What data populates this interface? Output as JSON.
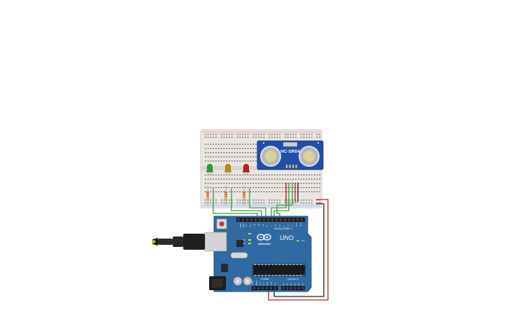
{
  "sensor": {
    "model_label": "HC-SR04",
    "pins": [
      "Vcc",
      "Trig",
      "Echo",
      "Gnd"
    ]
  },
  "leds": [
    {
      "color": "#2e9d2e"
    },
    {
      "color": "#b58a1c"
    },
    {
      "color": "#b8201c"
    }
  ],
  "arduino": {
    "brand_label": "ARDUINO",
    "model_label": "UNO",
    "digital_label": "DIGITAL (PWM ~)",
    "power_label": "POWER",
    "analog_label": "ANALOG IN",
    "aref_label": "AREF",
    "gnd_label": "GND",
    "tx_label": "TX",
    "rx_label": "RX",
    "on_label": "ON",
    "board_color": "#2f6aa3",
    "digital_pins": [
      "13",
      "12",
      "~11",
      "~10",
      "~9",
      "8",
      "7",
      "~6",
      "~5",
      "4",
      "~3",
      "2",
      "TX 1",
      "RX 0"
    ],
    "power_pins": [
      "IOREF",
      "RESET",
      "3.3V",
      "5V",
      "GND",
      "GND",
      "Vin"
    ],
    "analog_pins": [
      "A0",
      "A1",
      "A2",
      "A3",
      "A4",
      "A5"
    ]
  },
  "wires": {
    "signal_color": "#2ea02e",
    "power_color": "#c8181c",
    "ground_color": "#1a1a1a"
  }
}
